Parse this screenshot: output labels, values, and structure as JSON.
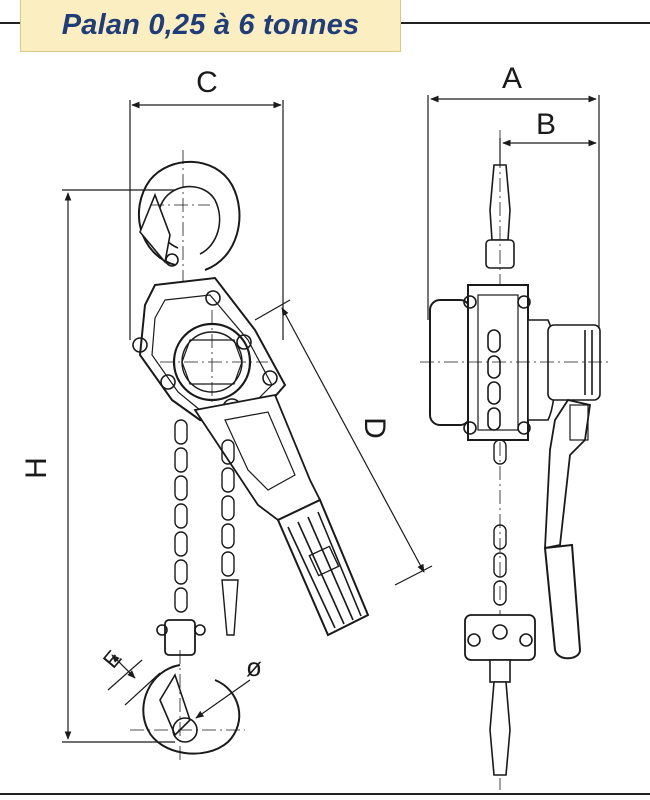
{
  "title": "Palan 0,25 à 6 tonnes",
  "dimension_labels": {
    "A": "A",
    "B": "B",
    "C": "C",
    "D": "D",
    "E": "E",
    "H": "H",
    "phi": "ø"
  },
  "colors": {
    "title_text": "#1f3d7a",
    "title_background": "#fbeec0",
    "line": "#1a1a1a"
  }
}
